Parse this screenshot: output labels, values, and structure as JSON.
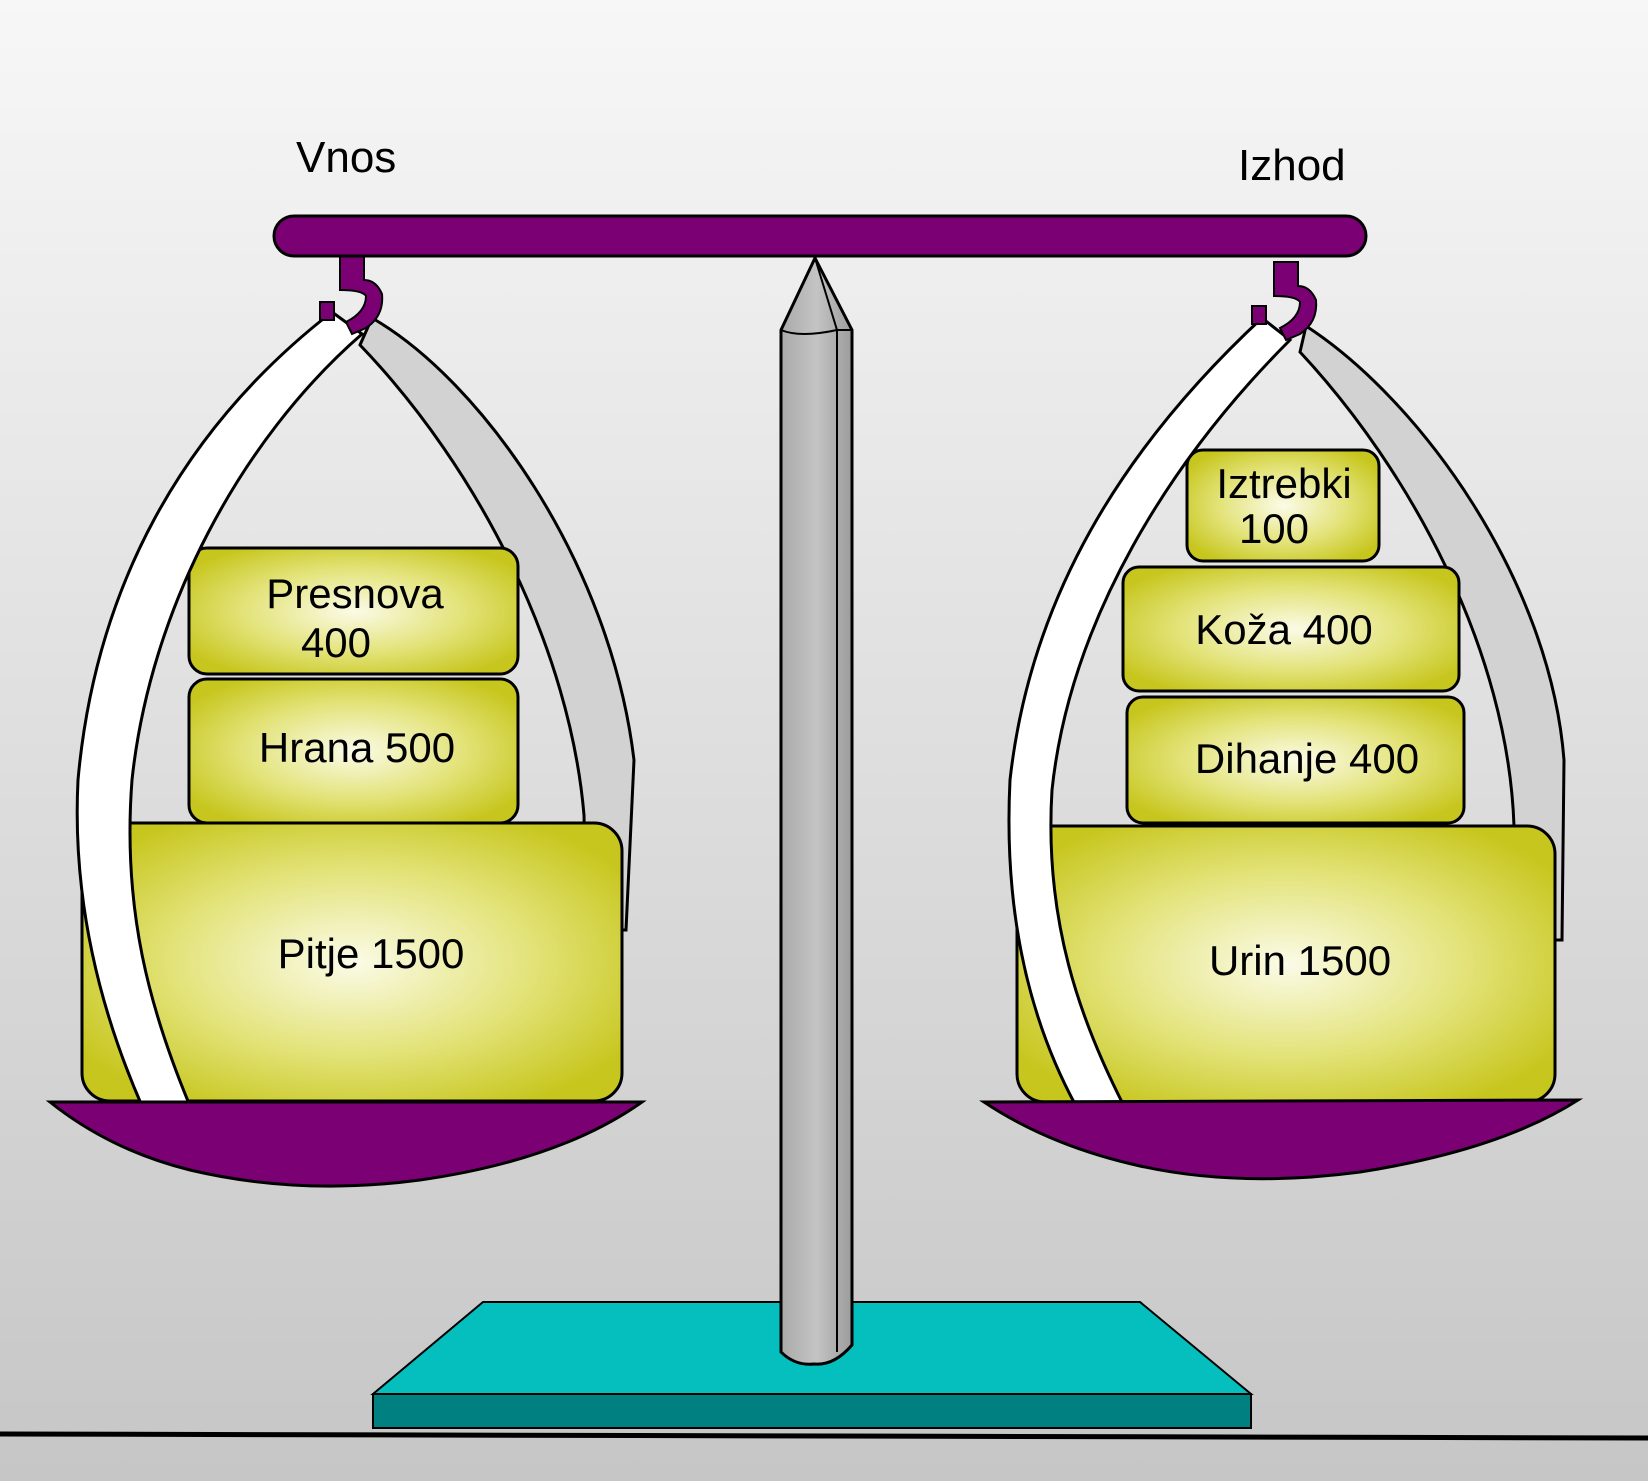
{
  "labels": {
    "left_side": "Vnos",
    "right_side": "Izhod"
  },
  "left_pan": {
    "blocks": [
      {
        "line1": "Presnova",
        "line2": "400"
      },
      {
        "line1": "Hrana 500",
        "line2": ""
      },
      {
        "line1": "Pitje 1500",
        "line2": ""
      }
    ]
  },
  "right_pan": {
    "blocks": [
      {
        "line1": "Iztrebki",
        "line2": "100"
      },
      {
        "line1": "Koža 400",
        "line2": ""
      },
      {
        "line1": "Dihanje 400",
        "line2": ""
      },
      {
        "line1": "Urin 1500",
        "line2": ""
      }
    ]
  },
  "colors": {
    "beam": "#7a0074",
    "block": "#c7c61e",
    "block_highlight": "#fbfbe8",
    "base_top": "#05bfbf",
    "base_side": "#008080",
    "pillar": "#b3b3b3",
    "strap_light": "#ffffff",
    "strap_dark": "#d2d2d2"
  }
}
